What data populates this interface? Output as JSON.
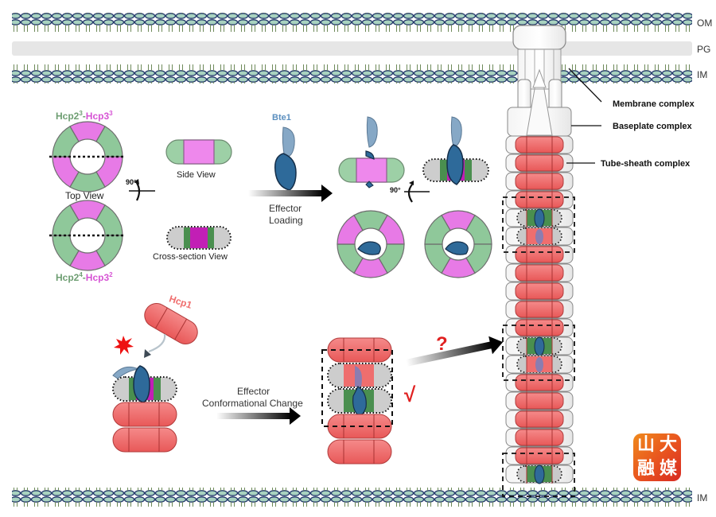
{
  "membranes": {
    "outer_label": "OM",
    "peptidoglycan_label": "PG",
    "inner_label_top": "IM",
    "inner_label_bottom": "IM"
  },
  "colors": {
    "hcp2_green": "#8fc89a",
    "hcp3_magenta": "#e77ae6",
    "hcp1_red": "#ef6e6e",
    "effector_blue": "#2f6a99",
    "effector_light_blue": "#7fa6c8",
    "cross_grey": "#c9c9c9",
    "cross_green": "#4a8f4f",
    "cross_magenta": "#c21fb5",
    "membrane_teal": "#9ac3b0",
    "membrane_navy": "#23386b",
    "pg_grey": "#e6e6e6",
    "question_red": "#e02020",
    "check_red": "#e02020",
    "logo_orange": "#ef7a1e",
    "logo_red": "#d72a22"
  },
  "panel_a": {
    "ring1_label_hcp2": "Hcp2",
    "ring1_label_hcp2_sup": "3",
    "ring1_label_dash": "-",
    "ring1_label_hcp3": "Hcp3",
    "ring1_label_hcp3_sup": "3",
    "ring2_label_hcp2": "Hcp2",
    "ring2_label_hcp2_sup": "4",
    "ring2_label_dash": "-",
    "ring2_label_hcp3": "Hcp3",
    "ring2_label_hcp3_sup": "2",
    "top_view_label": "Top View",
    "rotation_label": "90°",
    "side_view_label": "Side View",
    "cross_section_label": "Cross-section View"
  },
  "panel_b": {
    "effector_name": "Bte1",
    "arrow_label_line1": "Effector",
    "arrow_label_line2": "Loading",
    "rotation_label": "90°"
  },
  "panel_c": {
    "hcp1_label": "Hcp1",
    "arrow_label_line1": "Effector",
    "arrow_label_line2": "Conformational Change",
    "check_mark": "√",
    "question_mark": "?"
  },
  "machine": {
    "membrane_complex_label": "Membrane complex",
    "baseplate_complex_label": "Baseplate complex",
    "tube_sheath_complex_label": "Tube-sheath complex"
  },
  "watermark": {
    "chars": [
      "山",
      "大",
      "融",
      "媒"
    ]
  }
}
